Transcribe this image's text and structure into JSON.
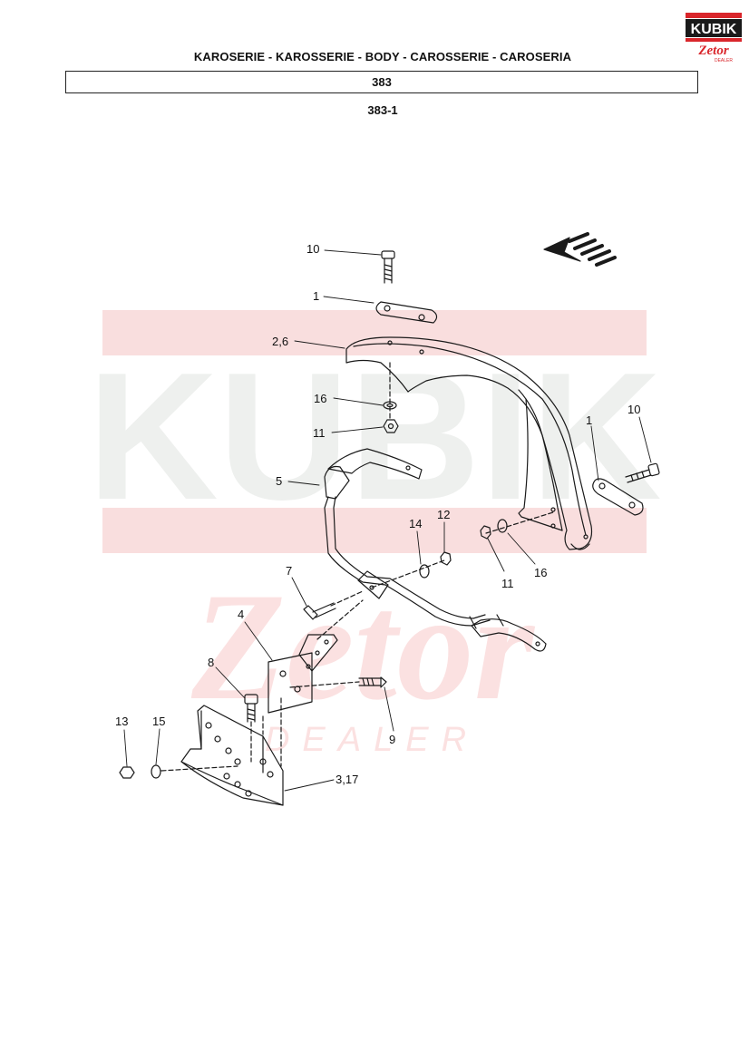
{
  "header": {
    "title": "KAROSERIE - KAROSSERIE - BODY - CAROSSERIE - CAROSERIA",
    "section": "383",
    "subsection": "383-1"
  },
  "logo": {
    "brand": "KUBIK",
    "sub": "Zetor",
    "tag": "DEALER",
    "colors": {
      "red": "#d9262b",
      "dark": "#1a1a1a"
    }
  },
  "watermark": {
    "text": "KUBIK",
    "sub": "Zetor",
    "tag": "DEALER",
    "color": "#f4c9c9",
    "gray": "#ecefec"
  },
  "callouts": [
    {
      "id": "c10a",
      "label": "10"
    },
    {
      "id": "c1a",
      "label": "1"
    },
    {
      "id": "c26",
      "label": "2,6"
    },
    {
      "id": "c16a",
      "label": "16"
    },
    {
      "id": "c11a",
      "label": "11"
    },
    {
      "id": "c5",
      "label": "5"
    },
    {
      "id": "c1b",
      "label": "1"
    },
    {
      "id": "c10b",
      "label": "10"
    },
    {
      "id": "c14",
      "label": "14"
    },
    {
      "id": "c12",
      "label": "12"
    },
    {
      "id": "c11b",
      "label": "11"
    },
    {
      "id": "c16b",
      "label": "16"
    },
    {
      "id": "c7",
      "label": "7"
    },
    {
      "id": "c4",
      "label": "4"
    },
    {
      "id": "c8",
      "label": "8"
    },
    {
      "id": "c13",
      "label": "13"
    },
    {
      "id": "c15",
      "label": "15"
    },
    {
      "id": "c9",
      "label": "9"
    },
    {
      "id": "c317",
      "label": "3,17"
    }
  ]
}
